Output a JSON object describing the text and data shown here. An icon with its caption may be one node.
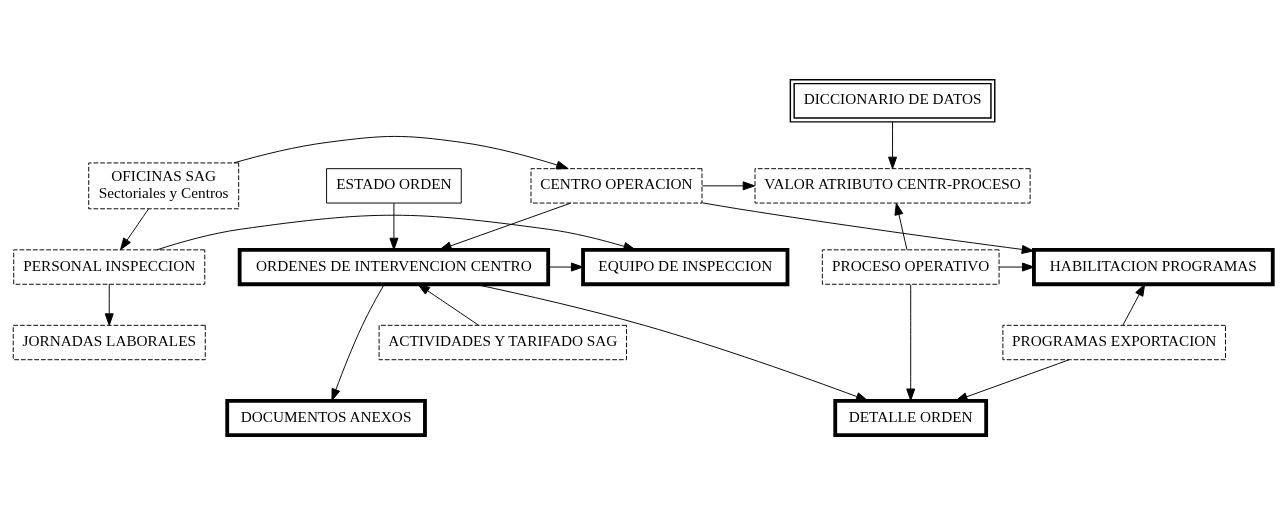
{
  "diagram": {
    "nodes": [
      {
        "text": [
          "DICCIONARIO DE DATOS"
        ]
      },
      {
        "text": [
          "VALOR ATRIBUTO CENTR-PROCESO"
        ]
      },
      {
        "text": [
          "OFICINAS SAG",
          "Sectoriales y Centros"
        ]
      },
      {
        "text": [
          "CENTRO OPERACION"
        ]
      },
      {
        "text": [
          "ESTADO ORDEN"
        ]
      },
      {
        "text": [
          "PERSONAL INSPECCION"
        ]
      },
      {
        "text": [
          "EQUIPO DE INSPECCION"
        ]
      },
      {
        "text": [
          "ORDENES DE INTERVENCION CENTRO"
        ]
      },
      {
        "text": [
          "HABILITACION PROGRAMAS"
        ]
      },
      {
        "text": [
          "PROCESO OPERATIVO"
        ]
      },
      {
        "text": [
          "ACTIVIDADES Y TARIFADO SAG"
        ]
      },
      {
        "text": [
          "JORNADAS LABORALES"
        ]
      },
      {
        "text": [
          "PROGRAMAS EXPORTACION"
        ]
      },
      {
        "text": [
          "DOCUMENTOS ANEXOS"
        ]
      },
      {
        "text": [
          "DETALLE ORDEN"
        ]
      }
    ],
    "edges": [
      {
        "from": 0,
        "to": 1,
        "arrow": "to"
      },
      {
        "from": 2,
        "to": 3,
        "arrow": "to"
      },
      {
        "from": 3,
        "to": 1,
        "arrow": "to"
      },
      {
        "from": 2,
        "to": 5,
        "arrow": "to"
      },
      {
        "from": 3,
        "to": 7,
        "arrow": "to"
      },
      {
        "from": 3,
        "to": 8,
        "arrow": "to"
      },
      {
        "from": 4,
        "to": 7,
        "arrow": "to"
      },
      {
        "from": 7,
        "to": 6,
        "arrow": "to"
      },
      {
        "from": 5,
        "to": 6,
        "arrow": "to"
      },
      {
        "from": 10,
        "to": 7,
        "arrow": "to"
      },
      {
        "from": 5,
        "to": 11,
        "arrow": "to"
      },
      {
        "from": 9,
        "to": 8,
        "arrow": "to"
      },
      {
        "from": 9,
        "to": 1,
        "arrow": "to"
      },
      {
        "from": 7,
        "to": 13,
        "arrow": "to"
      },
      {
        "from": 7,
        "to": 14,
        "arrow": "to"
      },
      {
        "from": 12,
        "to": 8,
        "arrow": "to"
      },
      {
        "from": 12,
        "to": 14,
        "arrow": "to"
      },
      {
        "from": 9,
        "to": 14,
        "arrow": "to"
      }
    ]
  }
}
